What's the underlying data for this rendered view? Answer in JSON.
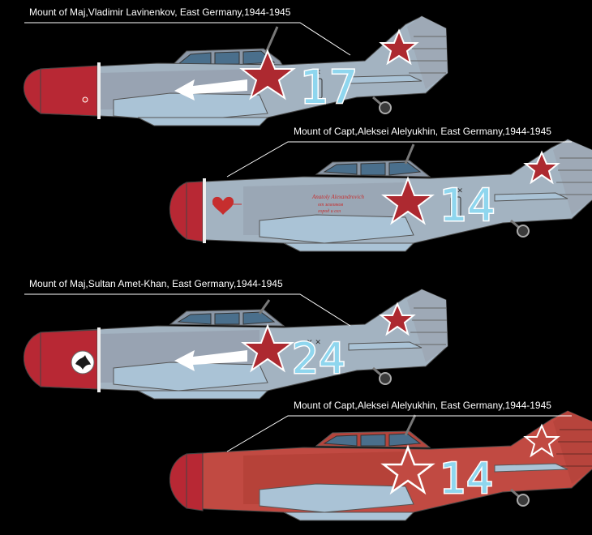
{
  "captions": [
    "Mount of Maj,Vladimir Lavinenkov, East Germany,1944-1945",
    "Mount of Capt,Aleksei Alelyukhin, East Germany,1944-1945",
    "Mount of Maj,Sultan Amet-Khan, East Germany,1944-1945",
    "Mount of Capt,Aleksei Alelyukhin, East Germany,1944-1945"
  ],
  "tail_numbers": [
    "17",
    "14",
    "24",
    "14"
  ],
  "colors": {
    "background": "#000000",
    "grey_blue": "#a3b3c1",
    "grey_dark": "#939dab",
    "underside": "#aac3d6",
    "red_nose": "#b82834",
    "red_body": "#c14a42",
    "star_red": "#ad2930",
    "number_blue": "#8fd6ee"
  },
  "icons": [
    "red-star-icon",
    "white-arrow-icon",
    "heart-icon",
    "eagle-emblem-icon"
  ]
}
